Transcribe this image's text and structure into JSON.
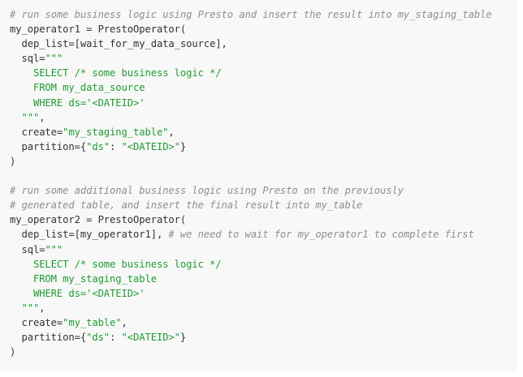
{
  "code": {
    "lines": [
      [
        {
          "t": "# run some business logic using Presto and insert the result into my_staging_table",
          "k": "comment"
        }
      ],
      [
        {
          "t": "my_operator1 = PrestoOperator(",
          "k": "plain"
        }
      ],
      [
        {
          "t": "  dep_list=[wait_for_my_data_source],",
          "k": "plain"
        }
      ],
      [
        {
          "t": "  sql=",
          "k": "plain"
        },
        {
          "t": "\"\"\"",
          "k": "string"
        }
      ],
      [
        {
          "t": "    SELECT /* some business logic */",
          "k": "string"
        }
      ],
      [
        {
          "t": "    FROM my_data_source",
          "k": "string"
        }
      ],
      [
        {
          "t": "    WHERE ds='<DATEID>'",
          "k": "string"
        }
      ],
      [
        {
          "t": "  \"\"\"",
          "k": "string"
        },
        {
          "t": ",",
          "k": "plain"
        }
      ],
      [
        {
          "t": "  create=",
          "k": "plain"
        },
        {
          "t": "\"my_staging_table\"",
          "k": "string"
        },
        {
          "t": ",",
          "k": "plain"
        }
      ],
      [
        {
          "t": "  partition={",
          "k": "plain"
        },
        {
          "t": "\"ds\"",
          "k": "string"
        },
        {
          "t": ": ",
          "k": "plain"
        },
        {
          "t": "\"<DATEID>\"",
          "k": "string"
        },
        {
          "t": "}",
          "k": "plain"
        }
      ],
      [
        {
          "t": ")",
          "k": "plain"
        }
      ],
      [],
      [
        {
          "t": "# run some additional business logic using Presto on the previously",
          "k": "comment"
        }
      ],
      [
        {
          "t": "# generated table, and insert the final result into my_table",
          "k": "comment"
        }
      ],
      [
        {
          "t": "my_operator2 = PrestoOperator(",
          "k": "plain"
        }
      ],
      [
        {
          "t": "  dep_list=[my_operator1], ",
          "k": "plain"
        },
        {
          "t": "# we need to wait for my_operator1 to complete first",
          "k": "comment"
        }
      ],
      [
        {
          "t": "  sql=",
          "k": "plain"
        },
        {
          "t": "\"\"\"",
          "k": "string"
        }
      ],
      [
        {
          "t": "    SELECT /* some business logic */",
          "k": "string"
        }
      ],
      [
        {
          "t": "    FROM my_staging_table",
          "k": "string"
        }
      ],
      [
        {
          "t": "    WHERE ds='<DATEID>'",
          "k": "string"
        }
      ],
      [
        {
          "t": "  \"\"\"",
          "k": "string"
        },
        {
          "t": ",",
          "k": "plain"
        }
      ],
      [
        {
          "t": "  create=",
          "k": "plain"
        },
        {
          "t": "\"my_table\"",
          "k": "string"
        },
        {
          "t": ",",
          "k": "plain"
        }
      ],
      [
        {
          "t": "  partition={",
          "k": "plain"
        },
        {
          "t": "\"ds\"",
          "k": "string"
        },
        {
          "t": ": ",
          "k": "plain"
        },
        {
          "t": "\"<DATEID>\"",
          "k": "string"
        },
        {
          "t": "}",
          "k": "plain"
        }
      ],
      [
        {
          "t": ")",
          "k": "plain"
        }
      ]
    ]
  },
  "colors": {
    "background": "#f8f8f8",
    "text": "#333333",
    "comment": "#8e8e8e",
    "string": "#1e9c2f"
  }
}
